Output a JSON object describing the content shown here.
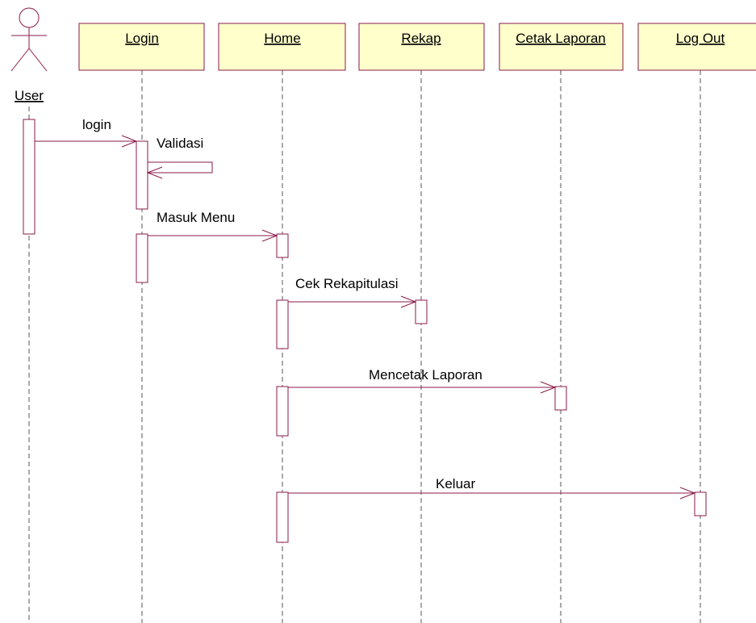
{
  "actor": {
    "name": "User"
  },
  "objects": [
    "Login",
    "Home",
    "Rekap",
    "Cetak Laporan",
    "Log Out"
  ],
  "messages": [
    "login",
    "Validasi",
    "Masuk Menu",
    "Cek Rekapitulasi",
    "Mencetak Laporan",
    "Keluar"
  ],
  "colors": {
    "line": "#8b1a4a",
    "object_fill": "#ffffcc",
    "lifeline": "#555555"
  }
}
